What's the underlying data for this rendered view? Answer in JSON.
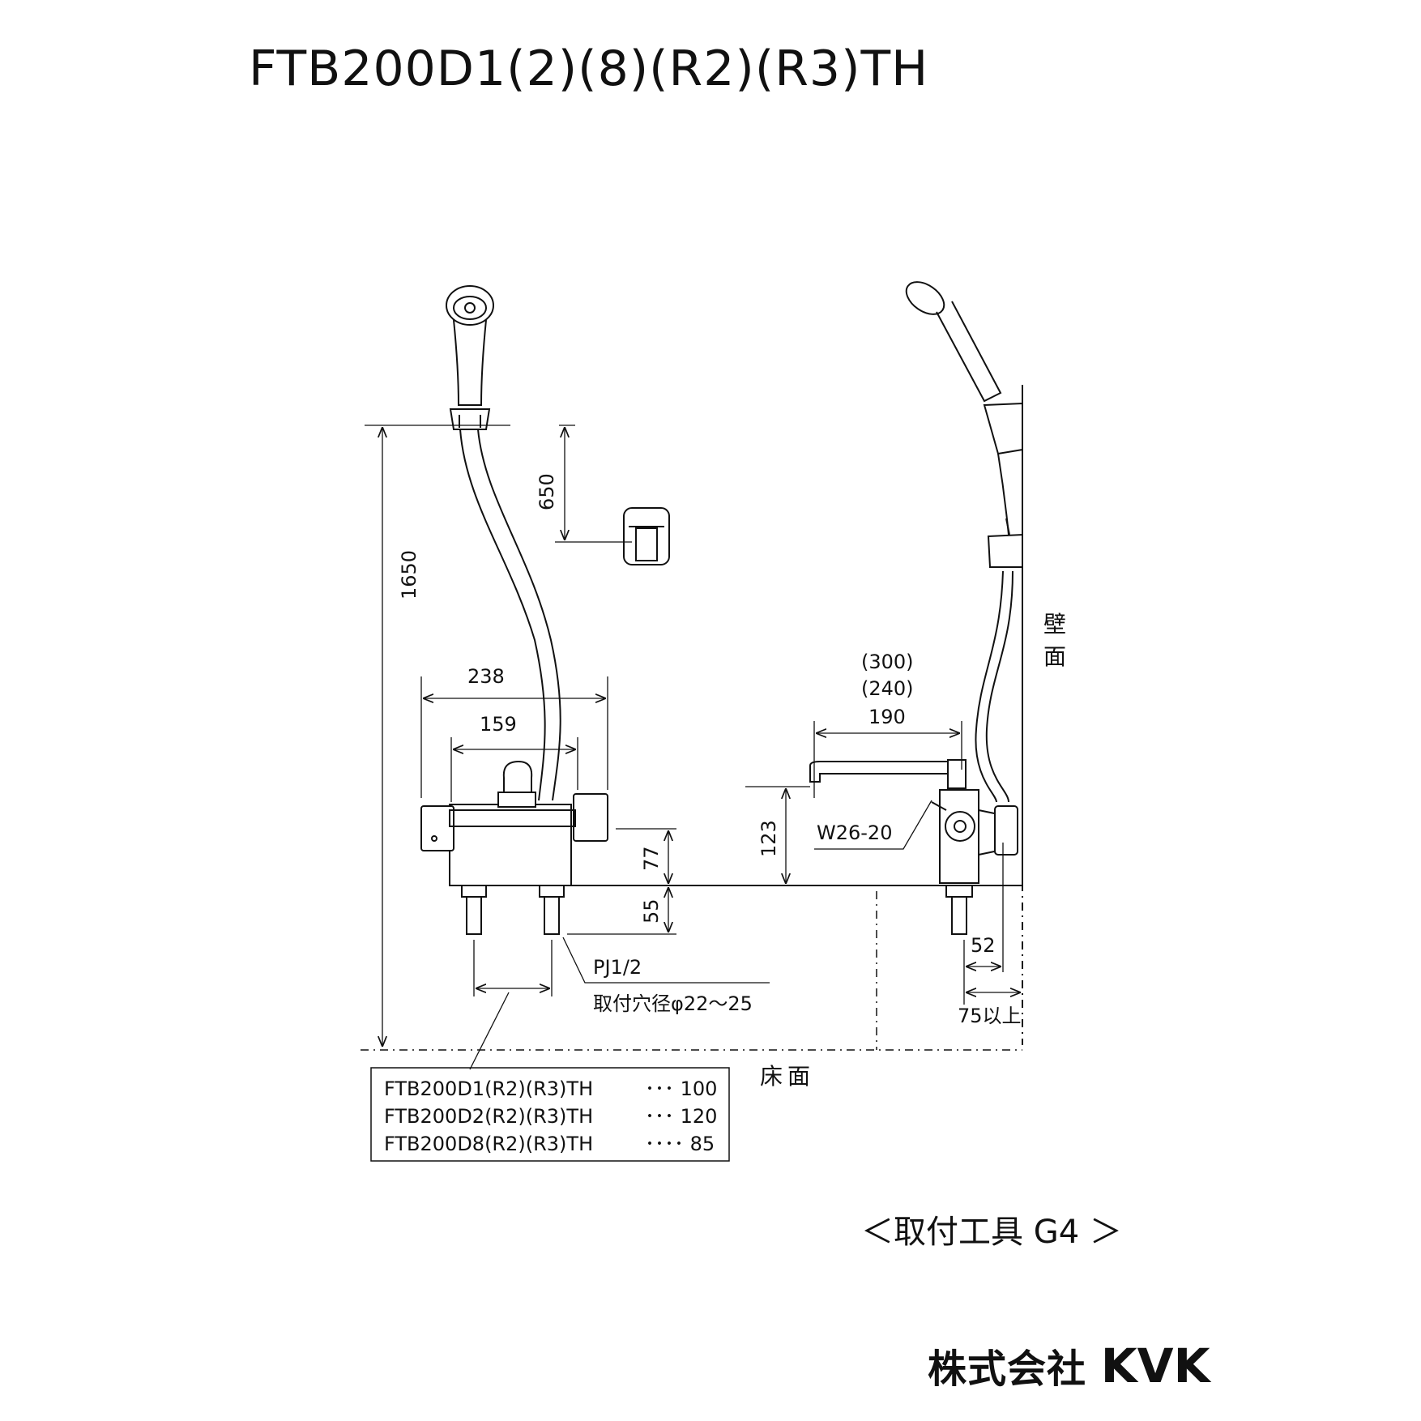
{
  "title": "FTB200D1(2)(8)(R2)(R3)TH",
  "dimensions": {
    "d1650": "1650",
    "d650": "650",
    "d238": "238",
    "d159": "159",
    "d77": "77",
    "d55": "55",
    "d123": "123",
    "d300": "(300)",
    "d240": "(240)",
    "d190": "190",
    "d52": "52",
    "d75": "75以上"
  },
  "labels": {
    "thread": "W26-20",
    "pipe": "PJ1/2",
    "hole": "取付穴径φ22～25",
    "wall_1": "壁",
    "wall_2": "面",
    "floor": "床面"
  },
  "pitch_table": [
    {
      "model": "FTB200D1(R2)(R3)TH",
      "value": "･･･ 100"
    },
    {
      "model": "FTB200D2(R2)(R3)TH",
      "value": "･･･ 120"
    },
    {
      "model": "FTB200D8(R2)(R3)TH",
      "value": "････ 85"
    }
  ],
  "tool": "＜取付工具 G4 ＞",
  "company": {
    "prefix": "株式会社",
    "brand": "KVK"
  }
}
